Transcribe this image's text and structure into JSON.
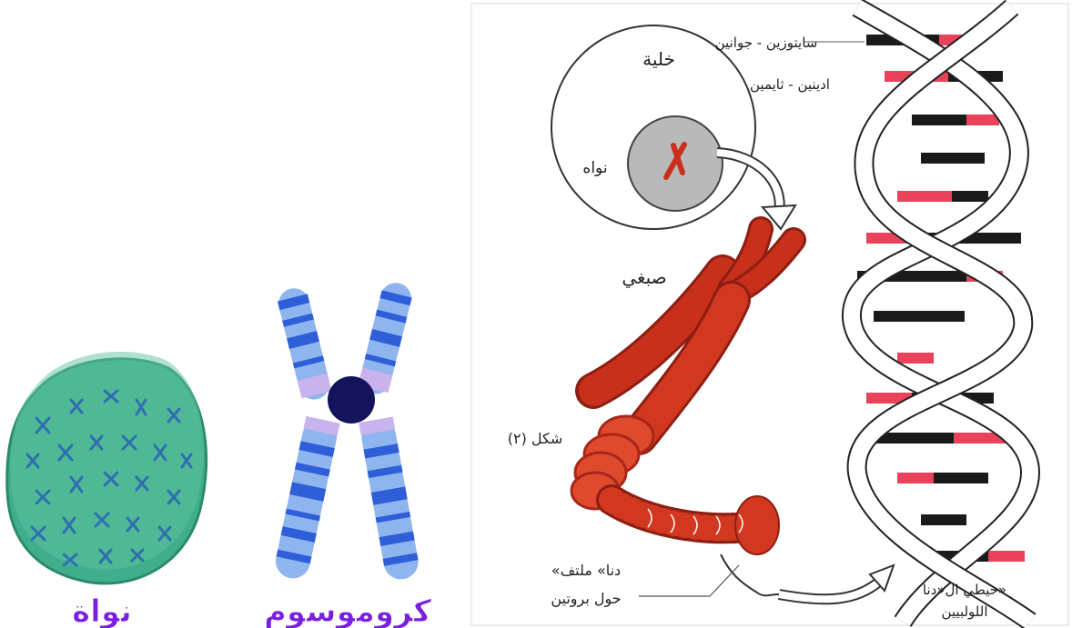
{
  "left_panel": {
    "nucleus_caption": "نواة",
    "chromosome_caption": "كروموسوم",
    "caption_color": "#7a1fe0"
  },
  "right_panel": {
    "cell_label": "خلية",
    "nucleus_label": "نواه",
    "chromosome_label": "صبغي",
    "figure_label": "شكل (٢)",
    "dna_coiled_label_line1": "«دنا» ملتف",
    "dna_coiled_label_line2": "حول بروتين",
    "pair_cg_label": "سايتوزين - جوانين",
    "pair_at_label": "ادينين - ثايمين",
    "helix_label_line1": "خيطي ال«دنا»",
    "helix_label_line2": "اللولبيين",
    "colors": {
      "chromatid": "#c8301c",
      "base_red": "#e8435a",
      "base_black": "#1a1a1a",
      "nucleus_fill": "#b9b9b9"
    }
  }
}
